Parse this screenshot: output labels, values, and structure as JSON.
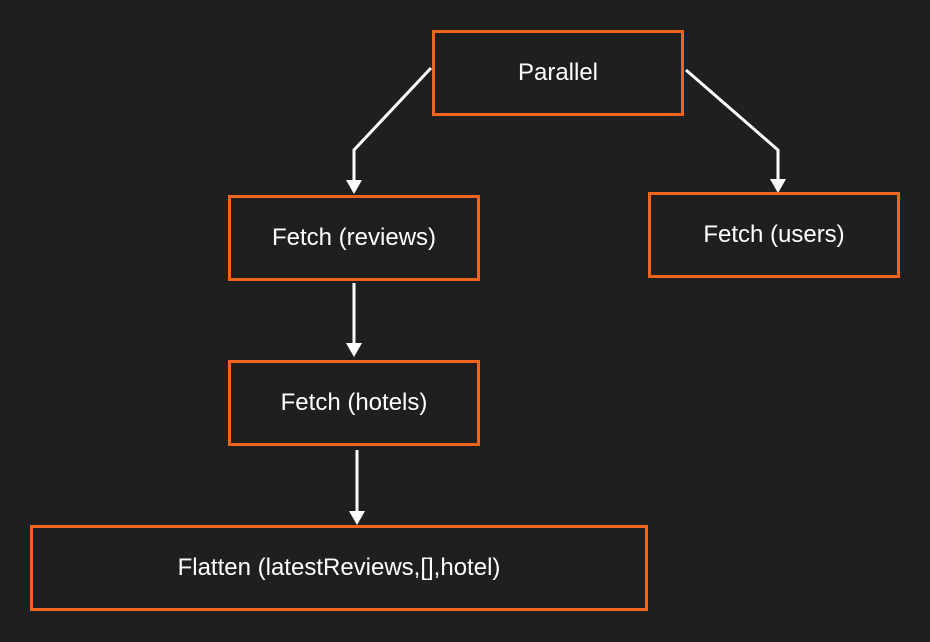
{
  "diagram": {
    "nodes": {
      "parallel": "Parallel",
      "fetch_reviews": "Fetch (reviews)",
      "fetch_users": "Fetch (users)",
      "fetch_hotels": "Fetch (hotels)",
      "flatten": "Flatten (latestReviews,[],hotel)"
    },
    "edges": [
      {
        "from": "parallel",
        "to": "fetch_reviews"
      },
      {
        "from": "parallel",
        "to": "fetch_users"
      },
      {
        "from": "fetch_reviews",
        "to": "fetch_hotels"
      },
      {
        "from": "fetch_hotels",
        "to": "flatten"
      }
    ]
  },
  "colors": {
    "background": "#1f1f1f",
    "node_border": "#f0641e",
    "text": "#ffffff",
    "arrow": "#ffffff"
  }
}
